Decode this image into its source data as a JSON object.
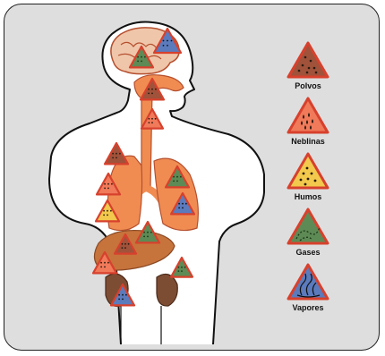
{
  "legend": [
    {
      "id": "polvos",
      "label": "Polvos",
      "color": "#a0523a",
      "icon": "dust-particles-icon"
    },
    {
      "id": "neblinas",
      "label": "Neblinas",
      "color": "#f07a5a",
      "icon": "mist-droplets-icon"
    },
    {
      "id": "humos",
      "label": "Humos",
      "color": "#f2c94c",
      "icon": "fume-dots-icon"
    },
    {
      "id": "gases",
      "label": "Gases",
      "color": "#5e8a55",
      "icon": "gas-swirl-icon"
    },
    {
      "id": "vapores",
      "label": "Vapores",
      "color": "#5b7bbd",
      "icon": "vapor-wisps-icon"
    }
  ],
  "colors": {
    "triangle_border": "#d7412d",
    "brain": "#f0c6aa",
    "respiratory_tract": "#f08c52",
    "lungs": "#f08c52",
    "liver": "#c7733c",
    "kidneys": "#7d4d33"
  }
}
